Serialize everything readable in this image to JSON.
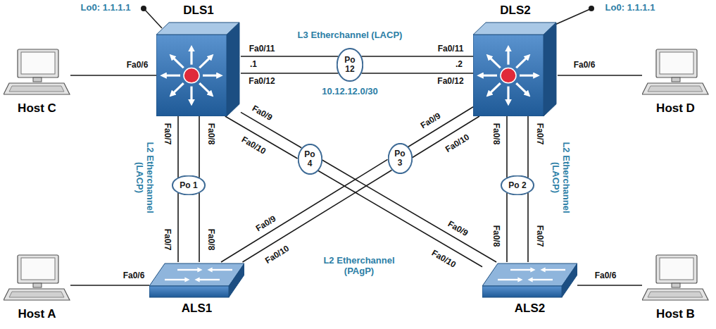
{
  "diagram": {
    "nodes": [
      {
        "text": [
          "DLS1"
        ]
      },
      {
        "text": [
          "DLS2"
        ]
      },
      {
        "text": [
          "Host C"
        ]
      },
      {
        "text": [
          "Host D"
        ]
      },
      {
        "text": [
          "ALS1"
        ]
      },
      {
        "text": [
          "ALS2"
        ]
      },
      {
        "text": [
          "Host A"
        ]
      },
      {
        "text": [
          "Host B"
        ]
      },
      {
        "text": [
          "Po 12"
        ]
      },
      {
        "text": [
          "Po 1"
        ]
      },
      {
        "text": [
          "Po 4"
        ]
      },
      {
        "text": [
          "Po 3"
        ]
      },
      {
        "text": [
          "Po 2"
        ]
      }
    ],
    "edges": [
      {
        "from": 2,
        "to": 0,
        "arrow": "none"
      },
      {
        "from": 3,
        "to": 1,
        "arrow": "none"
      },
      {
        "from": 6,
        "to": 4,
        "arrow": "none"
      },
      {
        "from": 7,
        "to": 5,
        "arrow": "none"
      },
      {
        "from": 0,
        "to": 8,
        "arrow": "none"
      },
      {
        "from": 8,
        "to": 1,
        "arrow": "none"
      },
      {
        "from": 0,
        "to": 9,
        "arrow": "none"
      },
      {
        "from": 9,
        "to": 4,
        "arrow": "none"
      },
      {
        "from": 1,
        "to": 12,
        "arrow": "none"
      },
      {
        "from": 12,
        "to": 5,
        "arrow": "none"
      },
      {
        "from": 0,
        "to": 10,
        "arrow": "none"
      },
      {
        "from": 10,
        "to": 5,
        "arrow": "none"
      },
      {
        "from": 1,
        "to": 11,
        "arrow": "none"
      },
      {
        "from": 11,
        "to": 4,
        "arrow": "none"
      }
    ],
    "labels": [
      "Lo0: 1.1.1.1",
      "Lo0: 1.1.1.1",
      "Fa0/6",
      "Fa0/6",
      "Fa0/6",
      "Fa0/6",
      "L3 Etherchannel (LACP)",
      "Fa0/11",
      ".1",
      "Fa0/12",
      "Fa0/11",
      ".2",
      "Fa0/12",
      "10.12.12.0/30",
      "Fa0/7",
      "Fa0/8",
      "L2 Etherchannel (LACP)",
      "Fa0/7",
      "Fa0/8",
      "Fa0/8",
      "Fa0/7",
      "L2 Etherchannel (LACP)",
      "Fa0/8",
      "Fa0/7",
      "Fa0/9",
      "Fa0/10",
      "Fa0/9",
      "Fa0/10",
      "Fa0/9",
      "Fa0/10",
      "Fa0/9",
      "Fa0/10",
      "L2 Etherchannel (PAgP)"
    ]
  }
}
